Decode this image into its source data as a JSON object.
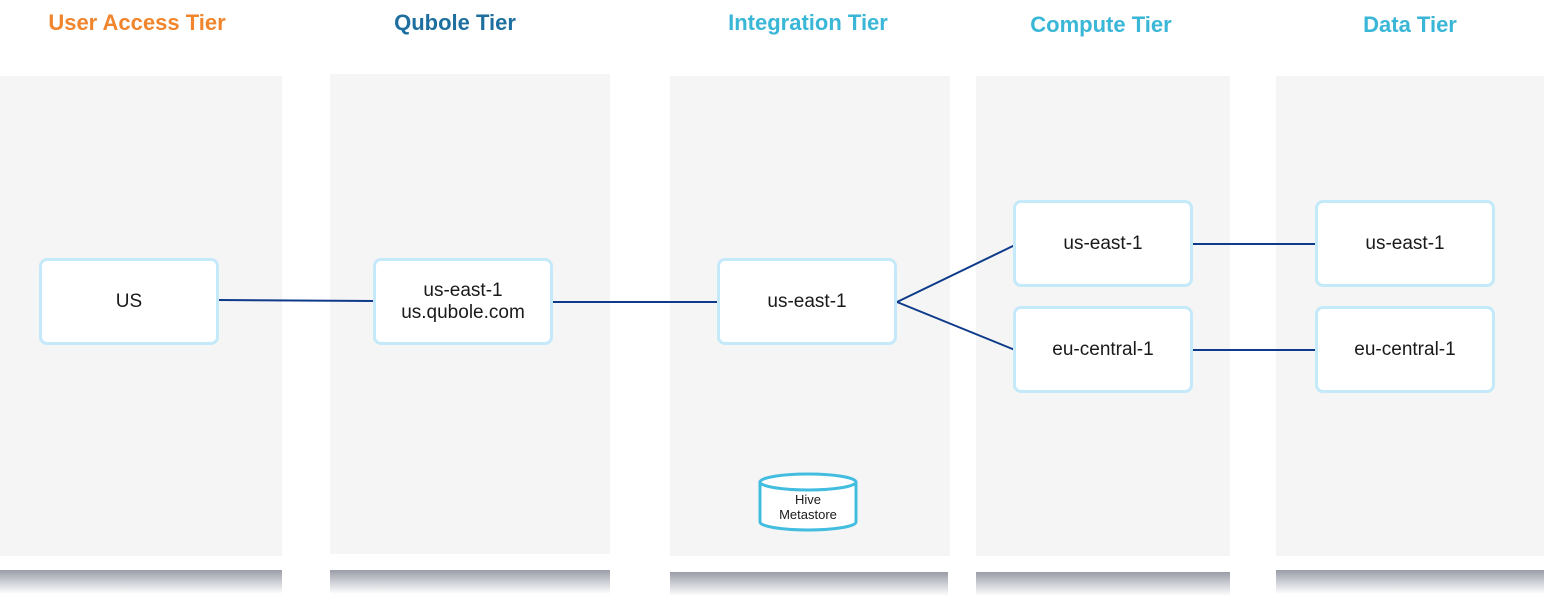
{
  "tiers": {
    "user_access": {
      "title": "User Access Tier",
      "color": "#f0852d"
    },
    "qubole": {
      "title": "Qubole Tier",
      "color": "#1e6fa0"
    },
    "integration": {
      "title": "Integration Tier",
      "color": "#3ab6d6"
    },
    "compute": {
      "title": "Compute Tier",
      "color": "#3ab6d6"
    },
    "data": {
      "title": "Data Tier",
      "color": "#3ab6d6"
    }
  },
  "nodes": {
    "us": "US",
    "qubole_region": "us-east-1",
    "qubole_host": "us.qubole.com",
    "integration_region": "us-east-1",
    "compute_us": "us-east-1",
    "compute_eu": "eu-central-1",
    "data_us": "us-east-1",
    "data_eu": "eu-central-1"
  },
  "metastore": {
    "line1": "Hive",
    "line2": "Metastore"
  },
  "colors": {
    "column_bg": "#f5f5f5",
    "node_border": "#c4e9f8",
    "link": "#0e3a8a",
    "cylinder_stroke": "#42bde0"
  }
}
